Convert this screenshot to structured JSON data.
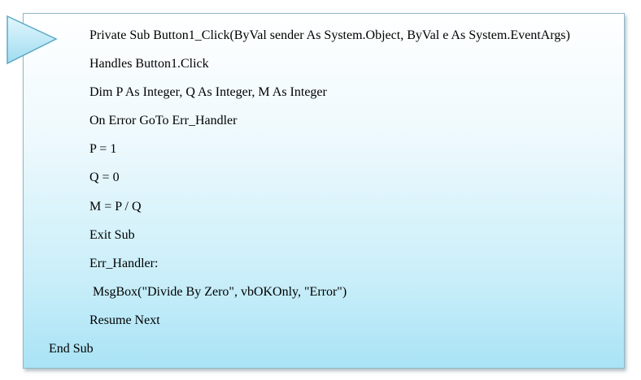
{
  "code": {
    "lines": [
      "Private Sub Button1_Click(ByVal sender As System.Object, ByVal e As System.EventArgs)",
      "Handles Button1.Click",
      "Dim P As Integer, Q As Integer, M As Integer",
      "On Error GoTo Err_Handler",
      "P = 1",
      "Q = 0",
      "M = P / Q",
      "Exit Sub",
      "Err_Handler:",
      " MsgBox(\"Divide By Zero\", vbOKOnly, \"Error\")",
      "Resume Next",
      "End Sub"
    ]
  },
  "colors": {
    "arrow_fill": "#b7e6f5",
    "arrow_stroke": "#5aa9c6",
    "box_border": "#8fb8c8"
  },
  "icons": {
    "pointer": "triangle-arrow-icon"
  }
}
